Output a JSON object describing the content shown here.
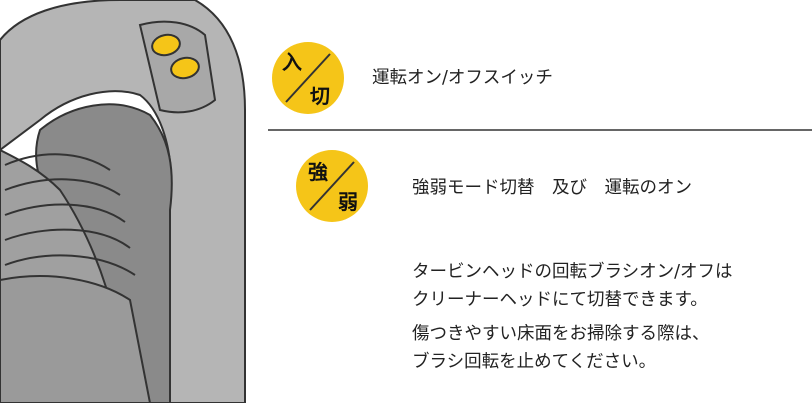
{
  "colors": {
    "badge_yellow": "#f5c518",
    "outline": "#333333",
    "device_gray": "#b5b5b5",
    "button_yellow": "#f5c518"
  },
  "badges": [
    {
      "top": "入",
      "bottom": "切"
    },
    {
      "top": "強",
      "bottom": "弱"
    }
  ],
  "labels": {
    "power_switch": "運転オン/オフスイッチ",
    "strength_switch": "強弱モード切替　及び　運転のオン"
  },
  "notes": {
    "turbine_line1": "タービンヘッドの回転ブラシオン/オフは",
    "turbine_line2": "クリーナーヘッドにて切替できます。",
    "floor_line1": "傷つきやすい床面をお掃除する際は、",
    "floor_line2": "ブラシ回転を止めてください。"
  }
}
